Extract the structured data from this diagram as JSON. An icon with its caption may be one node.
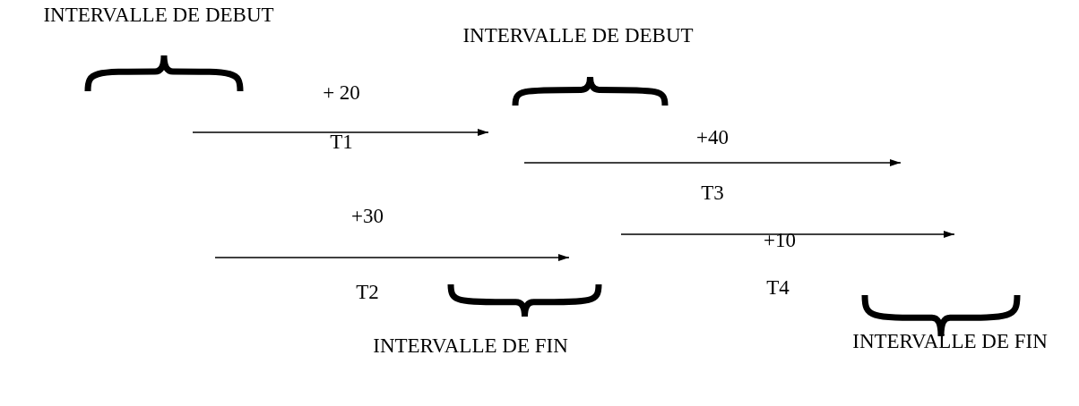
{
  "diagram": {
    "labels": [
      "INTERVALLE DE DEBUT",
      "INTERVALLE DE DEBUT",
      "+ 20",
      "T1",
      "+40",
      "T3",
      "+30",
      "+10",
      "T4",
      "T2",
      "INTERVALLE DE FIN",
      "INTERVALLE DE FIN"
    ]
  }
}
